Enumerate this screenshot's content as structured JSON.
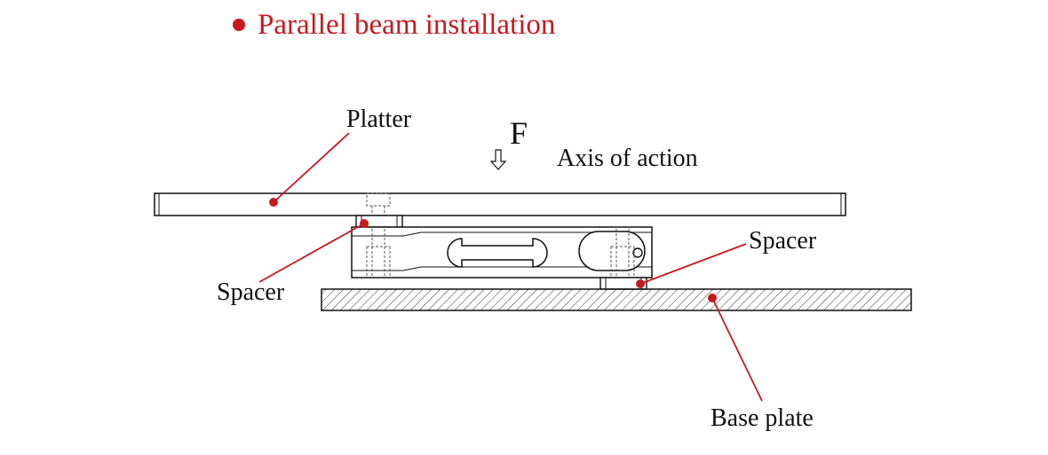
{
  "title": "Parallel beam installation",
  "force_symbol": "F",
  "labels": {
    "platter": "Platter",
    "axis": "Axis of action",
    "spacer_right": "Spacer",
    "spacer_left": "Spacer",
    "base_plate": "Base plate"
  },
  "colors": {
    "accent": "#c8191f",
    "line": "#111111"
  }
}
